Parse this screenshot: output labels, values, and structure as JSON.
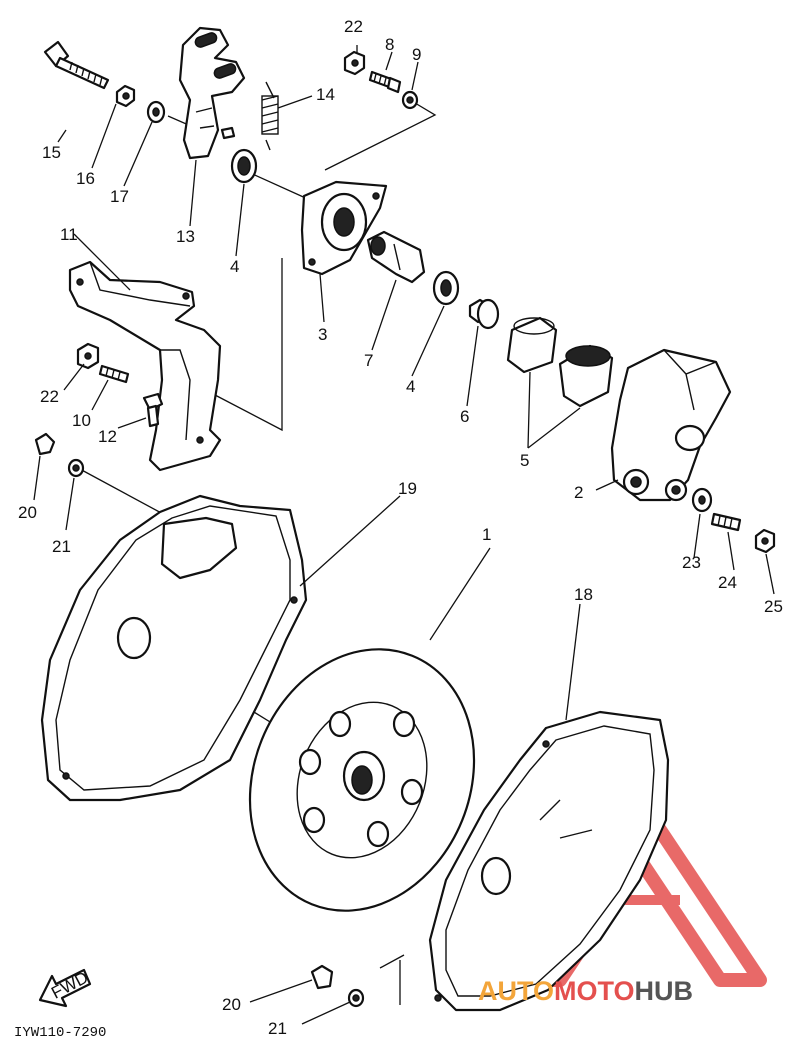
{
  "diagram": {
    "code": "IYW110-7290",
    "fwd_label": "FWD",
    "watermark": {
      "part_a": "AUTO",
      "part_b": "MOTO",
      "part_c": "HUB",
      "color_red": "#e4504e",
      "color_orange": "#f3a53a",
      "color_gray": "#555555"
    },
    "callouts": [
      {
        "id": "c1",
        "text": "1"
      },
      {
        "id": "c2",
        "text": "2"
      },
      {
        "id": "c3",
        "text": "3"
      },
      {
        "id": "c4a",
        "text": "4"
      },
      {
        "id": "c4b",
        "text": "4"
      },
      {
        "id": "c5",
        "text": "5"
      },
      {
        "id": "c6",
        "text": "6"
      },
      {
        "id": "c7",
        "text": "7"
      },
      {
        "id": "c8",
        "text": "8"
      },
      {
        "id": "c9",
        "text": "9"
      },
      {
        "id": "c10",
        "text": "10"
      },
      {
        "id": "c11",
        "text": "11"
      },
      {
        "id": "c12",
        "text": "12"
      },
      {
        "id": "c13",
        "text": "13"
      },
      {
        "id": "c14",
        "text": "14"
      },
      {
        "id": "c15",
        "text": "15"
      },
      {
        "id": "c16",
        "text": "16"
      },
      {
        "id": "c17",
        "text": "17"
      },
      {
        "id": "c18",
        "text": "18"
      },
      {
        "id": "c19",
        "text": "19"
      },
      {
        "id": "c20a",
        "text": "20"
      },
      {
        "id": "c20b",
        "text": "20"
      },
      {
        "id": "c21a",
        "text": "21"
      },
      {
        "id": "c21b",
        "text": "21"
      },
      {
        "id": "c22a",
        "text": "22"
      },
      {
        "id": "c22b",
        "text": "22"
      },
      {
        "id": "c23",
        "text": "23"
      },
      {
        "id": "c24",
        "text": "24"
      },
      {
        "id": "c25",
        "text": "25"
      }
    ]
  }
}
